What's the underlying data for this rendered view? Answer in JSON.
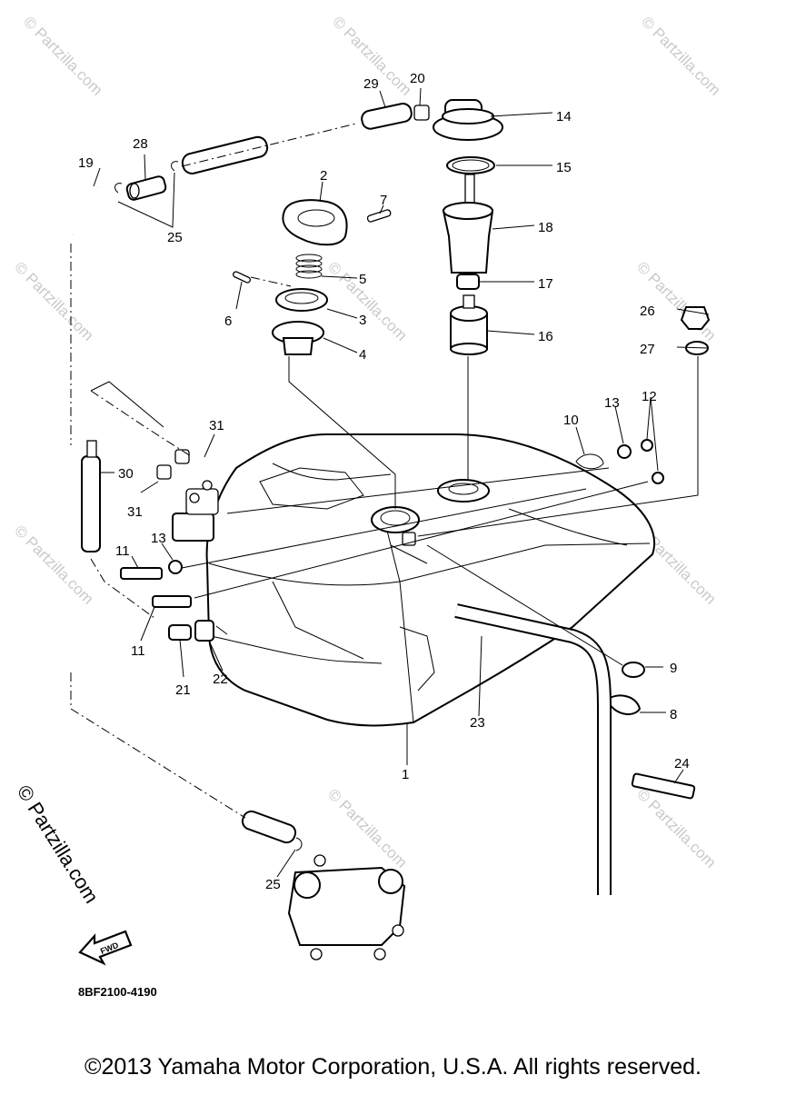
{
  "diagram": {
    "callouts": [
      "1",
      "2",
      "3",
      "4",
      "5",
      "6",
      "7",
      "8",
      "9",
      "10",
      "11",
      "11",
      "12",
      "13",
      "13",
      "14",
      "15",
      "16",
      "17",
      "18",
      "19",
      "20",
      "21",
      "22",
      "23",
      "24",
      "25",
      "25",
      "26",
      "27",
      "28",
      "29",
      "30",
      "31",
      "31"
    ],
    "watermark": "© Partzilla.com",
    "watermark_big": "© Partzilla.com",
    "diagram_code": "8BF2100-4190",
    "fwd_label": "FWD",
    "copyright": "©2013 Yamaha Motor Corporation, U.S.A. All rights reserved.",
    "line_color": "#000000",
    "watermark_color": "#c9c9c9"
  }
}
